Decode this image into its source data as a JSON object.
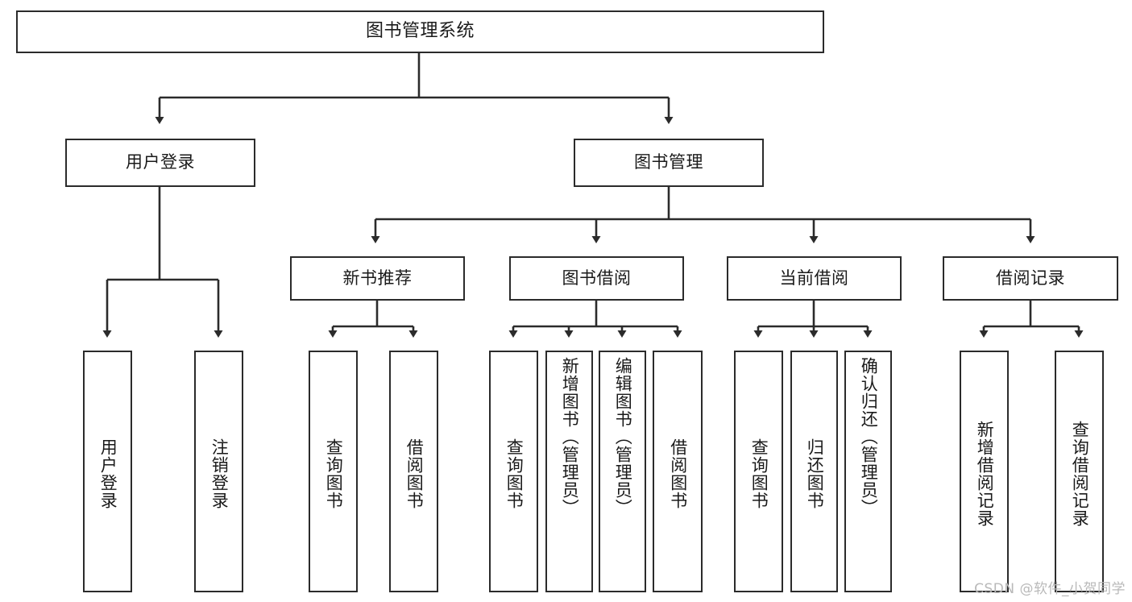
{
  "diagram": {
    "type": "tree",
    "title": "图书管理系统",
    "watermark": "CSDN @软件_小贺同学",
    "colors": {
      "box_border": "#2b2b2b",
      "box_fill": "#ffffff",
      "edge": "#2b2b2b",
      "text": "#1a1a1a",
      "watermark": "#b9b9b9",
      "background": "#ffffff"
    },
    "nodes": {
      "root": {
        "label": "图书管理系统"
      },
      "level2": [
        {
          "id": "user-login",
          "label": "用户登录"
        },
        {
          "id": "book-manage",
          "label": "图书管理"
        }
      ],
      "level3": [
        {
          "id": "new-book-recommend",
          "label": "新书推荐"
        },
        {
          "id": "book-borrow",
          "label": "图书借阅"
        },
        {
          "id": "current-borrow",
          "label": "当前借阅"
        },
        {
          "id": "borrow-record",
          "label": "借阅记录"
        }
      ],
      "leaves": {
        "user_login": [
          {
            "id": "leaf-user-login",
            "label": "用户登录"
          },
          {
            "id": "leaf-logout",
            "label": "注销登录"
          }
        ],
        "new_book_recommend": [
          {
            "id": "leaf-query-book-1",
            "label": "查询图书"
          },
          {
            "id": "leaf-borrow-book-1",
            "label": "借阅图书"
          }
        ],
        "book_borrow": [
          {
            "id": "leaf-query-book-2",
            "label": "查询图书"
          },
          {
            "id": "leaf-add-book",
            "label": "新增图书（管理员）"
          },
          {
            "id": "leaf-edit-book",
            "label": "编辑图书（管理员）"
          },
          {
            "id": "leaf-borrow-book-2",
            "label": "借阅图书"
          }
        ],
        "current_borrow": [
          {
            "id": "leaf-query-book-3",
            "label": "查询图书"
          },
          {
            "id": "leaf-return-book",
            "label": "归还图书"
          },
          {
            "id": "leaf-confirm-return",
            "label": "确认归还（管理员）"
          }
        ],
        "borrow_record": [
          {
            "id": "leaf-add-record",
            "label": "新增借阅记录"
          },
          {
            "id": "leaf-query-record",
            "label": "查询借阅记录"
          }
        ]
      }
    }
  }
}
